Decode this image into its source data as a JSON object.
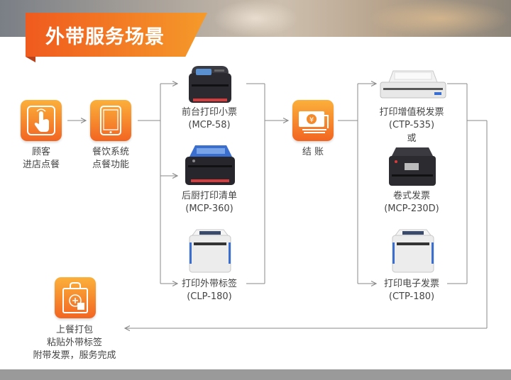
{
  "header": {
    "title": "外带服务场景"
  },
  "steps": {
    "customer": {
      "line1": "顾客",
      "line2": "进店点餐"
    },
    "system": {
      "line1": "餐饮系统",
      "line2": "点餐功能"
    },
    "checkout": {
      "label": "结 账"
    },
    "pickup": {
      "line1": "上餐打包",
      "line2": "粘贴外带标签",
      "line3": "附带发票，服务完成"
    }
  },
  "printers": {
    "front": {
      "name": "前台打印小票",
      "model": "(MCP-58)"
    },
    "kitchen": {
      "name": "后厨打印清单",
      "model": "(MCP-360)"
    },
    "label": {
      "name": "打印外带标签",
      "model": "(CLP-180)"
    },
    "vat": {
      "name": "打印增值税发票",
      "model": "(CTP-535)"
    },
    "or": "或",
    "roll": {
      "name": "卷式发票",
      "model": "(MCP-230D)"
    },
    "einvoice": {
      "name": "打印电子发票",
      "model": "(CTP-180)"
    }
  },
  "colors": {
    "accent_start": "#f05a1e",
    "accent_end": "#f59a2a",
    "icon_top": "#fbb03b",
    "icon_bottom": "#f26522",
    "line": "#8a8a8a"
  }
}
